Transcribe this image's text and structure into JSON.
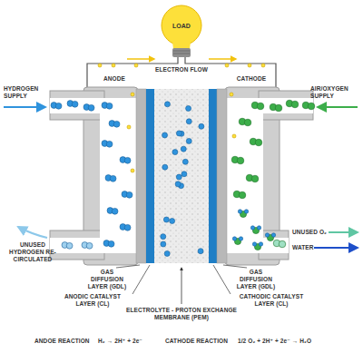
{
  "diagram": {
    "nodes": [
      {
        "text": [
          "LOAD"
        ]
      }
    ],
    "labels": [
      "ELECTRON FLOW",
      "ANODE",
      "CATHODE",
      "HYDROGEN SUPPLY",
      "AIR/OXYGEN SUPPLY",
      "UNUSED HYDROGEN RE-CIRCULATED",
      "UNUSED O₂",
      "WATER",
      "GAS DIFFUSION LAYER (GDL)",
      "GAS DIFFUSION LAYER (GDL)",
      "ANODIC CATALYST LAYER (CL)",
      "CATHODIC CATALYST LAYER (CL)",
      "ELECTROLYTE - PROTON EXCHANGE MEMBRANE (PEM)",
      "ANDOE REACTION",
      "H₂ → 2H⁺ + 2e⁻",
      "CATHODE REACTION",
      "1/2 O₂ + 2H⁺ + 2e⁻ → H₂O"
    ]
  }
}
